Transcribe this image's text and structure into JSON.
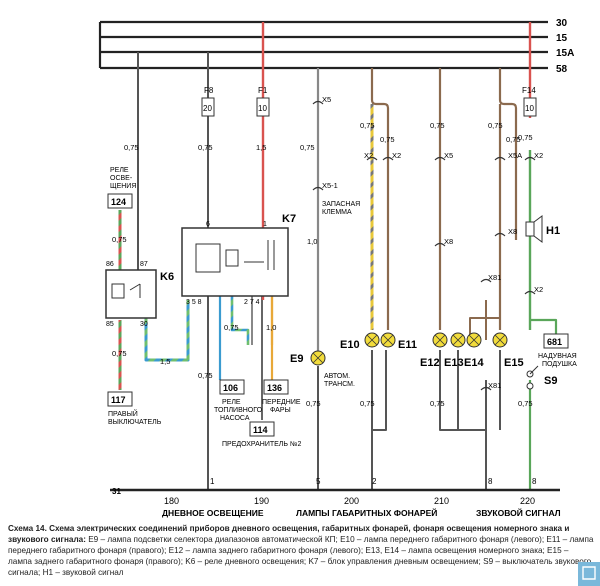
{
  "bus_labels": [
    "30",
    "15",
    "15A",
    "58"
  ],
  "fuses": [
    {
      "name": "F8",
      "rating": "20"
    },
    {
      "name": "F1",
      "rating": "10"
    },
    {
      "name": "F14",
      "rating": "10"
    }
  ],
  "connectors": [
    "X5",
    "X5-1",
    "X2",
    "X2",
    "X5",
    "X5A",
    "X2",
    "X8",
    "X8",
    "X81",
    "X2",
    "X81"
  ],
  "wire_gauges": [
    "0,75",
    "1,5",
    "1,0",
    "0,75",
    "0,75",
    "0,75",
    "0,75",
    "0,75"
  ],
  "spare_terminal": [
    "ЗАПАСНАЯ",
    "КЛЕММА"
  ],
  "components": {
    "relay_note": [
      "РЕЛЕ",
      "ОСВЕ-",
      "ЩЕНИЯ"
    ],
    "k6": "K6",
    "k7": "K7",
    "h1": "H1",
    "s9": "S9",
    "e9": "E9",
    "e10": "E10",
    "e11": "E11",
    "e12": "E12",
    "e13": "E13",
    "e14": "E14",
    "e15": "E15",
    "e9_note": [
      "АВТОМ.",
      "ТРАНСМ."
    ]
  },
  "ref_boxes": [
    {
      "id": "124"
    },
    {
      "id": "117",
      "label": [
        "ПРАВЫЙ",
        "ВЫКЛЮЧАТЕЛЬ"
      ]
    },
    {
      "id": "106",
      "label": [
        "РЕЛЕ",
        "ТОПЛИВНОГО",
        "НАСОСА"
      ]
    },
    {
      "id": "136",
      "label": [
        "ПЕРЕДНИЕ",
        "ФАРЫ"
      ]
    },
    {
      "id": "114",
      "label": [
        "ПРЕДОХРАНИТЕЛЬ №2"
      ]
    },
    {
      "id": "681",
      "label": [
        "НАДУВНАЯ",
        "ПОДУШКА"
      ]
    }
  ],
  "ground": {
    "label": "31",
    "points": [
      "1",
      "5",
      "2",
      "8",
      "8"
    ]
  },
  "scale": {
    "ticks": [
      "180",
      "190",
      "200",
      "210",
      "220"
    ]
  },
  "sections": [
    "ДНЕВНОЕ ОСВЕЩЕНИЕ",
    "ЛАМПЫ ГАБАРИТНЫХ ФОНАРЕЙ",
    "ЗВУКОВОЙ СИГНАЛ"
  ],
  "caption": {
    "title": "Схема 14. Схема электрических соединений приборов дневного освещения, габаритных фонарей, фонаря освещения номерного знака и звукового сигнала:",
    "body": "E9 – лампа подсветки селектора диапазонов автоматической КП; E10 – лампа переднего габаритного фонаря (левого); E11 – лампа переднего габаритного фонаря (правого); E12 – лампа заднего габаритного фонаря (левого); E13, E14 – лампа освещения номерного знака; E15 – лампа заднего габаритного фонаря (правого); K6 – реле дневного освещения; K7 – блок управления дневным освещением; S9 – выключатель звукового сигнала; H1 – звуковой сигнал"
  }
}
